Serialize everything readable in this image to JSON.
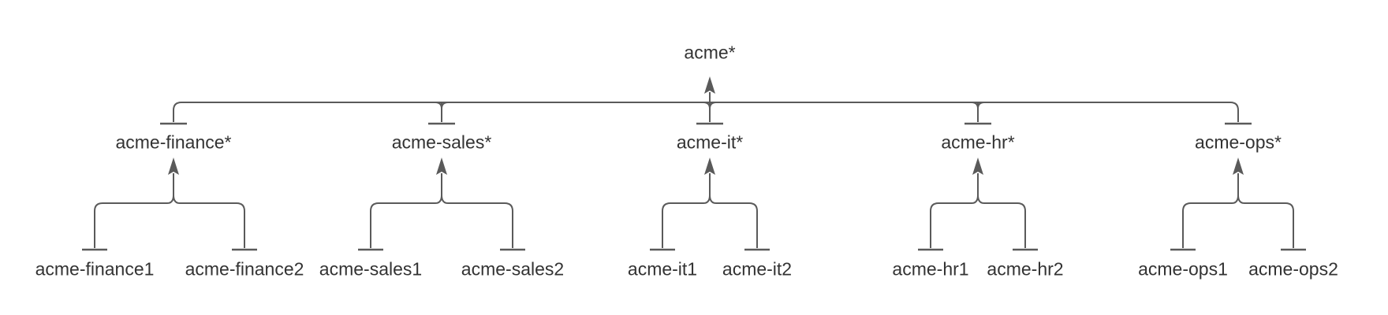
{
  "colors": {
    "edge": "#5a5a5a",
    "text": "#333333",
    "background": "#ffffff"
  },
  "diagram": {
    "type": "tree",
    "arrow_direction": "child-to-parent-upward",
    "root": {
      "label": "acme*"
    },
    "groups": [
      {
        "label": "acme-finance*",
        "children": [
          {
            "label": "acme-finance1"
          },
          {
            "label": "acme-finance2"
          }
        ]
      },
      {
        "label": "acme-sales*",
        "children": [
          {
            "label": "acme-sales1"
          },
          {
            "label": "acme-sales2"
          }
        ]
      },
      {
        "label": "acme-it*",
        "children": [
          {
            "label": "acme-it1"
          },
          {
            "label": "acme-it2"
          }
        ]
      },
      {
        "label": "acme-hr*",
        "children": [
          {
            "label": "acme-hr1"
          },
          {
            "label": "acme-hr2"
          }
        ]
      },
      {
        "label": "acme-ops*",
        "children": [
          {
            "label": "acme-ops1"
          },
          {
            "label": "acme-ops2"
          }
        ]
      }
    ]
  }
}
